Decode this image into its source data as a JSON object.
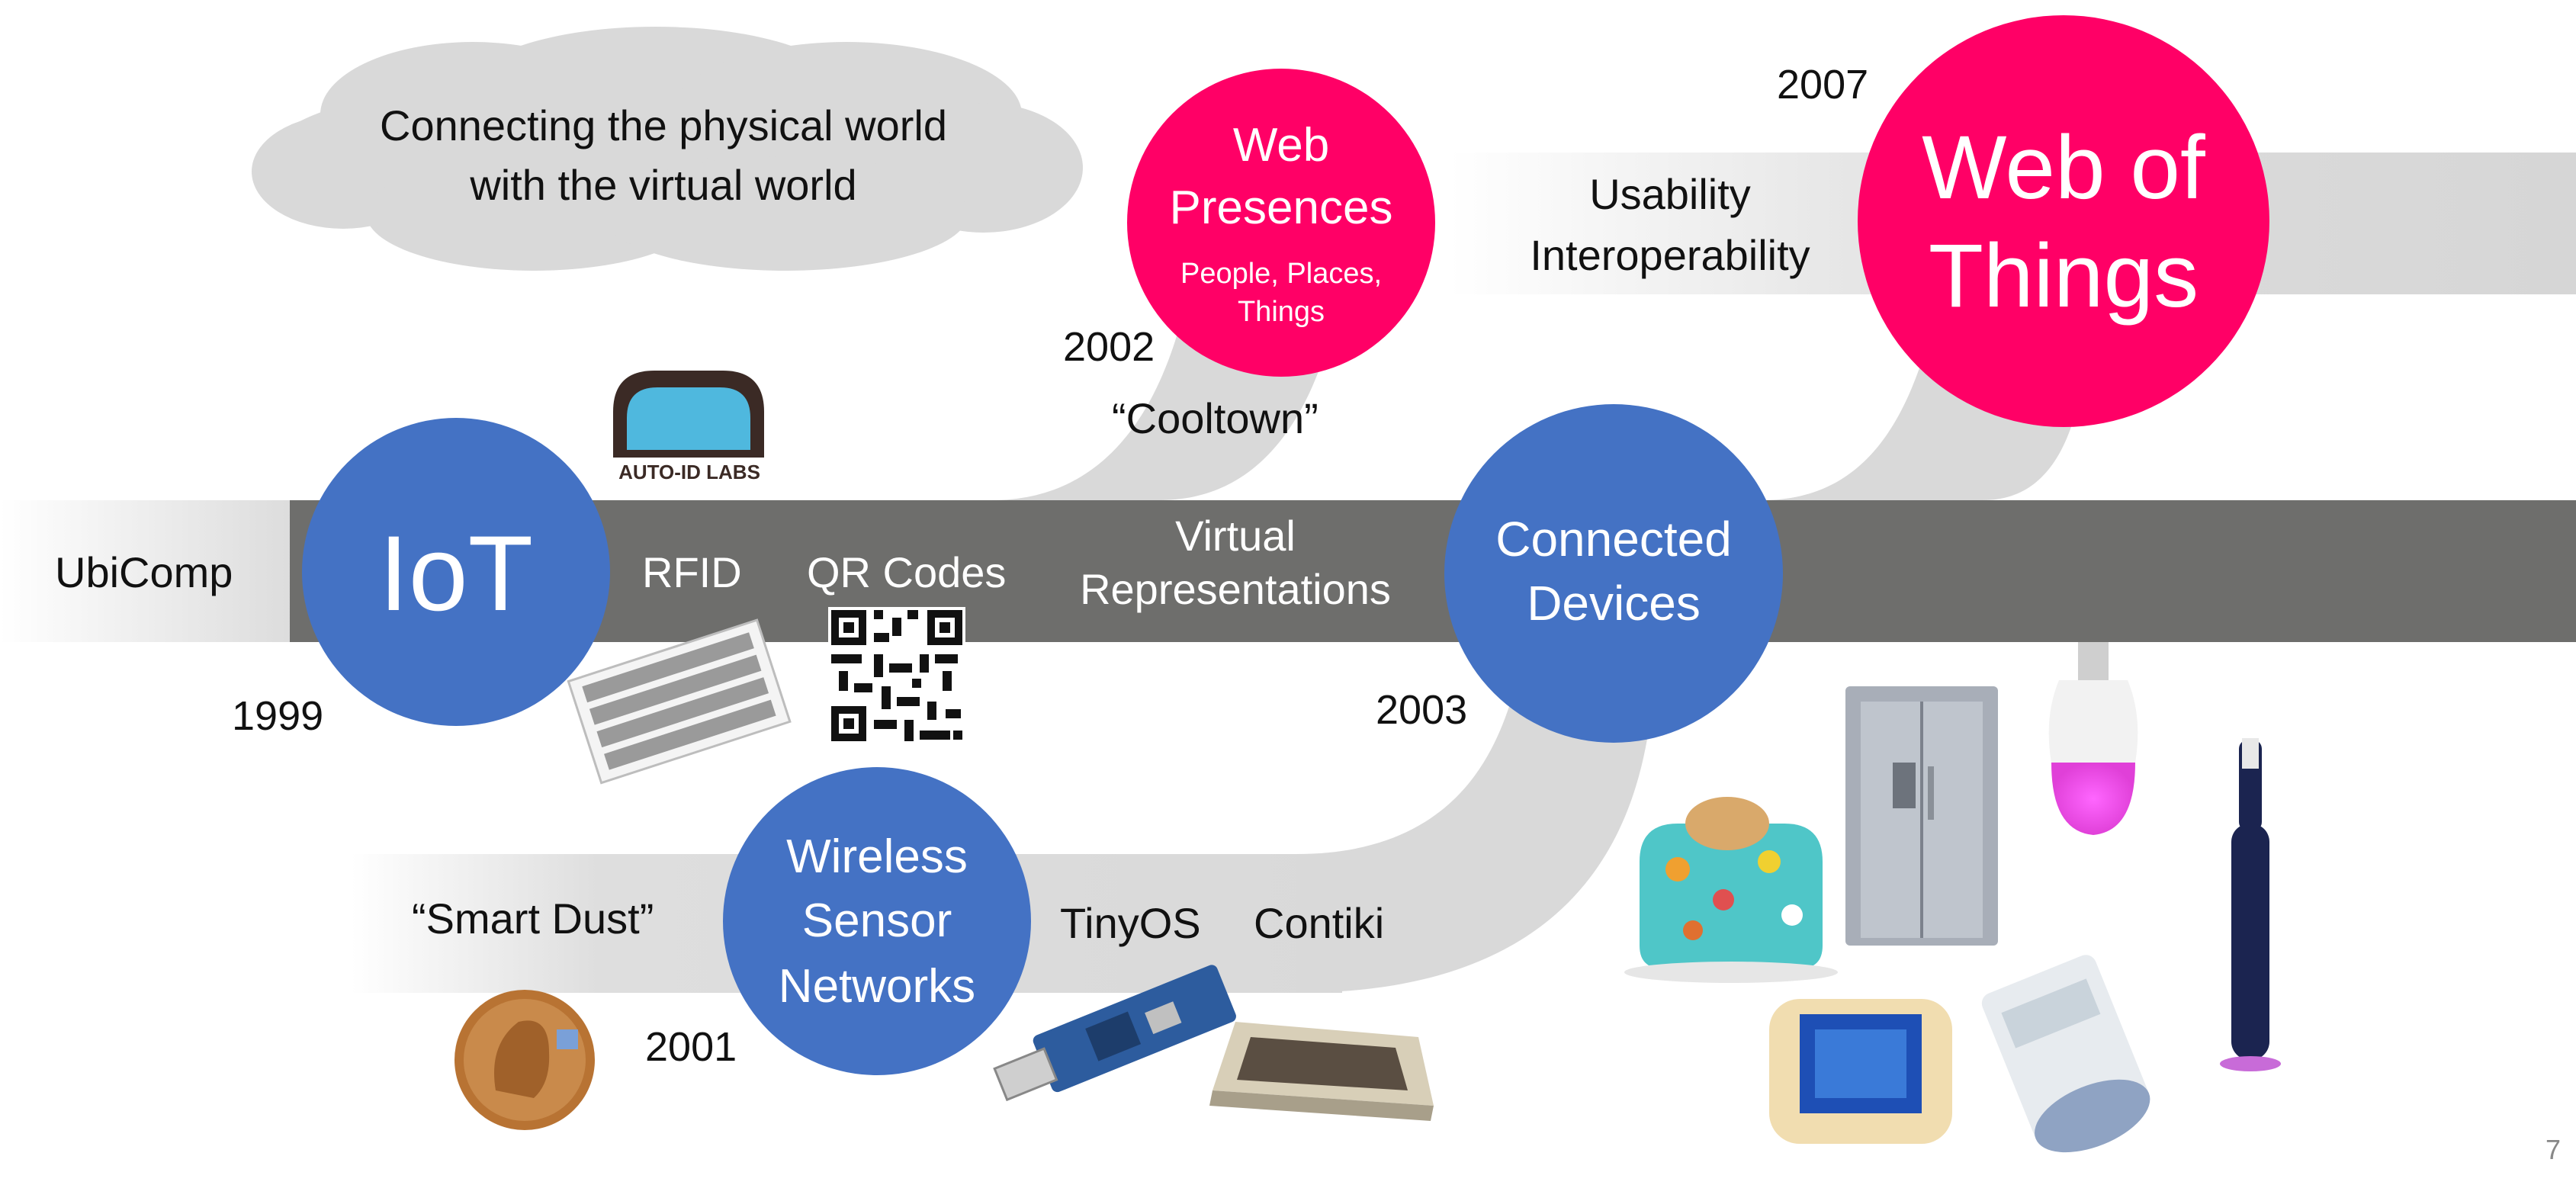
{
  "cloud_text": {
    "line1": "Connecting the physical world",
    "line2": "with the virtual world"
  },
  "circles": {
    "iot": {
      "label": "IoT"
    },
    "web_presences": {
      "line1": "Web",
      "line2": "Presences",
      "sub1": "People, Places,",
      "sub2": "Things"
    },
    "web_of_things": {
      "line1": "Web of",
      "line2": "Things"
    },
    "connected_devices": {
      "line1": "Connected",
      "line2": "Devices"
    },
    "wireless_sensor_networks": {
      "line1": "Wireless",
      "line2": "Sensor",
      "line3": "Networks"
    }
  },
  "labels": {
    "ubicomp": "UbiComp",
    "rfid": "RFID",
    "qr_codes": "QR Codes",
    "virtual_rep_1": "Virtual",
    "virtual_rep_2": "Representations",
    "usability": "Usability",
    "interoperability": "Interoperability",
    "cooltown": "“Cooltown”",
    "smart_dust": "“Smart Dust”",
    "tinyos": "TinyOS",
    "contiki": "Contiki",
    "auto_id_labs": "AUTO-ID LABS"
  },
  "years": {
    "y1999": "1999",
    "y2001": "2001",
    "y2002": "2002",
    "y2003": "2003",
    "y2007": "2007"
  },
  "page_number": "7",
  "colors": {
    "blue": "#4472C4",
    "pink": "#FF0066",
    "band_dark": "#6E6E6C",
    "band_light": "#DADADA",
    "cloud": "#D9D9D9"
  }
}
